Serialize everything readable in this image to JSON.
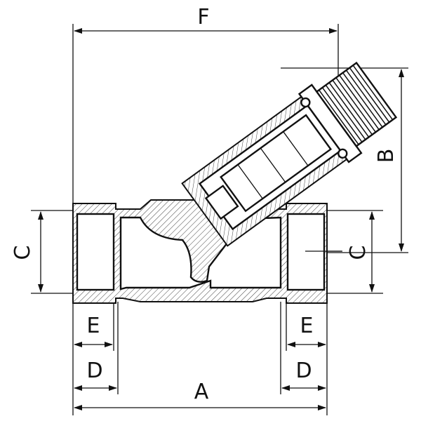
{
  "diagram": {
    "dimensions": {
      "overall_height_label": "F",
      "bonnet_height_label": "B",
      "left_port_label": "C",
      "right_port_label": "C",
      "left_thread_label": "E",
      "right_thread_label": "E",
      "left_hex_label": "D",
      "right_hex_label": "D",
      "overall_length_label": "A"
    },
    "line_color": "#111111"
  }
}
